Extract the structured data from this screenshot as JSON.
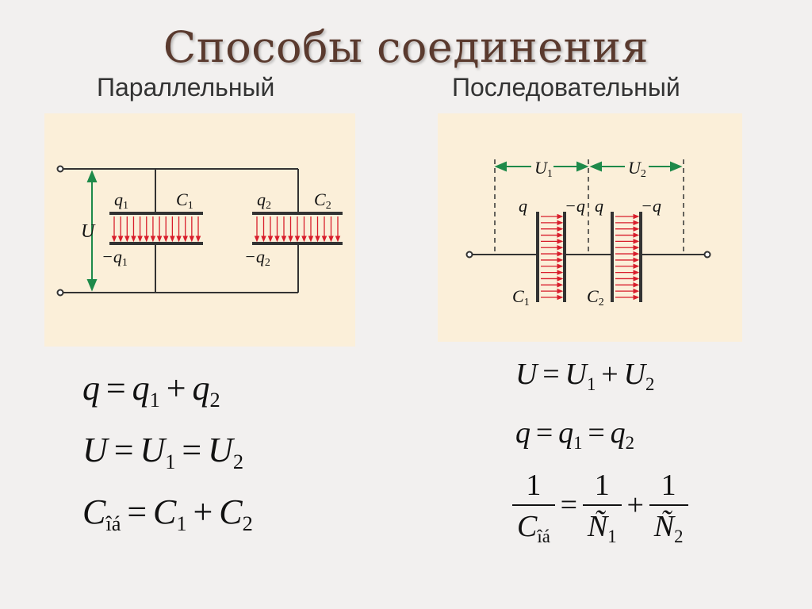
{
  "title": "Способы соединения",
  "left": {
    "heading": "Параллельный",
    "labels": {
      "q1": "q",
      "q1_sub": "1",
      "c1": "C",
      "c1_sub": "1",
      "q2": "q",
      "q2_sub": "2",
      "c2": "C",
      "c2_sub": "2",
      "u": "U",
      "mq1": "−q",
      "mq1_sub": "1",
      "mq2": "−q",
      "mq2_sub": "2"
    },
    "formulas": {
      "f1": {
        "lhs": "q",
        "a": "q",
        "a_sub": "1",
        "b": "q",
        "b_sub": "2",
        "op1": "=",
        "op2": "+"
      },
      "f2": {
        "lhs": "U",
        "a": "U",
        "a_sub": "1",
        "b": "U",
        "b_sub": "2",
        "op1": "=",
        "op2": "="
      },
      "f3": {
        "lhs": "C",
        "lhs_sub": "îá",
        "a": "C",
        "a_sub": "1",
        "b": "C",
        "b_sub": "2",
        "op1": "=",
        "op2": "+"
      }
    }
  },
  "right": {
    "heading": "Последовательный",
    "labels": {
      "u1": "U",
      "u1_sub": "1",
      "u2": "U",
      "u2_sub": "2",
      "q_a": "q",
      "mq_a": "−q",
      "q_b": "q",
      "mq_b": "−q",
      "c1": "C",
      "c1_sub": "1",
      "c2": "C",
      "c2_sub": "2"
    },
    "formulas": {
      "f1": {
        "lhs": "U",
        "a": "U",
        "a_sub": "1",
        "b": "U",
        "b_sub": "2",
        "op1": "=",
        "op2": "+"
      },
      "f2": {
        "lhs": "q",
        "a": "q",
        "a_sub": "1",
        "b": "q",
        "b_sub": "2",
        "op1": "=",
        "op2": "="
      },
      "f3": {
        "num1": "1",
        "den1": "C",
        "den1_sub": "îá",
        "op1": "=",
        "num2": "1",
        "den2": "Ñ",
        "den2_sub": "1",
        "op2": "+",
        "num3": "1",
        "den3": "Ñ",
        "den3_sub": "2"
      }
    }
  },
  "colors": {
    "panel": "#fbefd9",
    "wire": "#333333",
    "plate": "#d81e2c",
    "field": "#d81e2c",
    "arrow": "#1e8a4a",
    "title": "#5a3a2e"
  }
}
